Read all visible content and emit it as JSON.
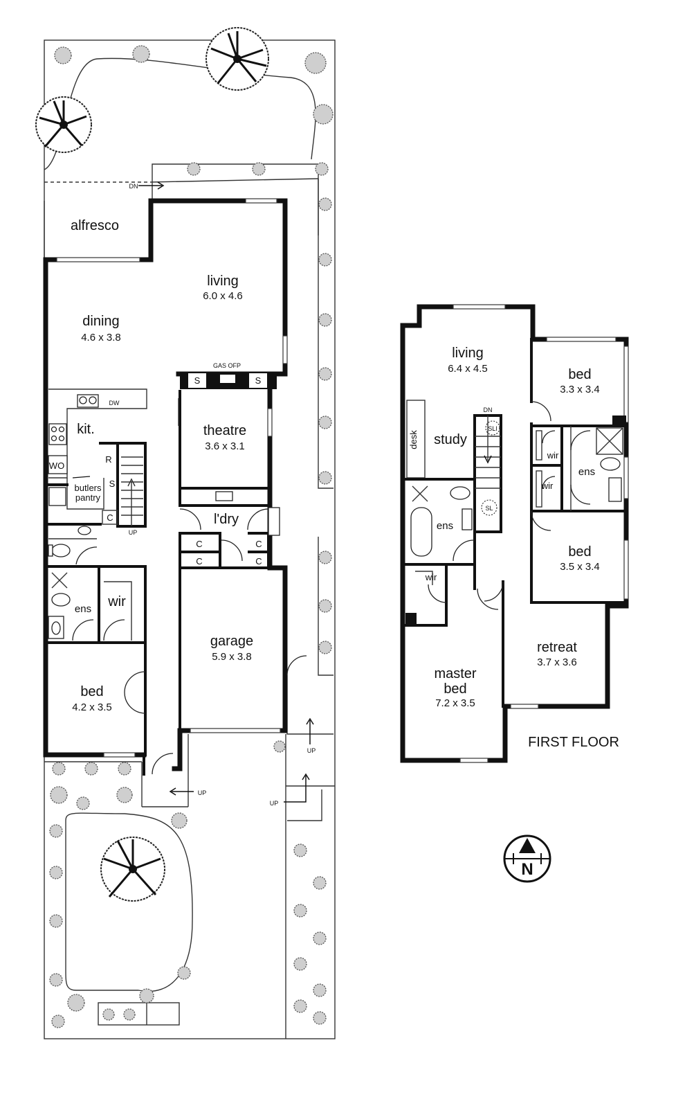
{
  "ground_floor": {
    "rooms": [
      {
        "id": "alfresco",
        "name": "alfresco",
        "dims": ""
      },
      {
        "id": "living",
        "name": "living",
        "dims": "6.0 x 4.6"
      },
      {
        "id": "dining",
        "name": "dining",
        "dims": "4.6 x 3.8"
      },
      {
        "id": "theatre",
        "name": "theatre",
        "dims": "3.6 x 3.1"
      },
      {
        "id": "kitchen",
        "name": "kit.",
        "dims": ""
      },
      {
        "id": "laundry",
        "name": "l'dry",
        "dims": ""
      },
      {
        "id": "garage",
        "name": "garage",
        "dims": "5.9 x 3.8"
      },
      {
        "id": "ensuite",
        "name": "ens",
        "dims": ""
      },
      {
        "id": "wir",
        "name": "wir",
        "dims": ""
      },
      {
        "id": "bed",
        "name": "bed",
        "dims": "4.2 x 3.5"
      }
    ],
    "labels": {
      "gas_ofp": "GAS OFP",
      "dn": "DN",
      "up": "UP",
      "dw": "DW",
      "wo": "WO",
      "butlers_1": "butlers",
      "butlers_2": "pantry",
      "r": "R",
      "s": "S",
      "c": "C"
    }
  },
  "first_floor": {
    "title": "FIRST FLOOR",
    "rooms": [
      {
        "id": "living",
        "name": "living",
        "dims": "6.4 x 4.5"
      },
      {
        "id": "study",
        "name": "study",
        "dims": ""
      },
      {
        "id": "bed1",
        "name": "bed",
        "dims": "3.3 x 3.4"
      },
      {
        "id": "bed2",
        "name": "bed",
        "dims": "3.5 x 3.4"
      },
      {
        "id": "ens_shared",
        "name": "ens",
        "dims": ""
      },
      {
        "id": "ens_master",
        "name": "ens",
        "dims": ""
      },
      {
        "id": "wir_master",
        "name": "wir",
        "dims": ""
      },
      {
        "id": "wir1",
        "name": "wir",
        "dims": ""
      },
      {
        "id": "wir2",
        "name": "wir",
        "dims": ""
      },
      {
        "id": "retreat",
        "name": "retreat",
        "dims": "3.7 x 3.6"
      },
      {
        "id": "master_1",
        "name": "master",
        "dims": ""
      },
      {
        "id": "master_2",
        "name": "bed",
        "dims": "7.2 x 3.5"
      }
    ],
    "labels": {
      "desk": "desk",
      "dn": "DN",
      "sli": "SLI",
      "sl": "SL"
    }
  },
  "compass": {
    "label": "N"
  }
}
